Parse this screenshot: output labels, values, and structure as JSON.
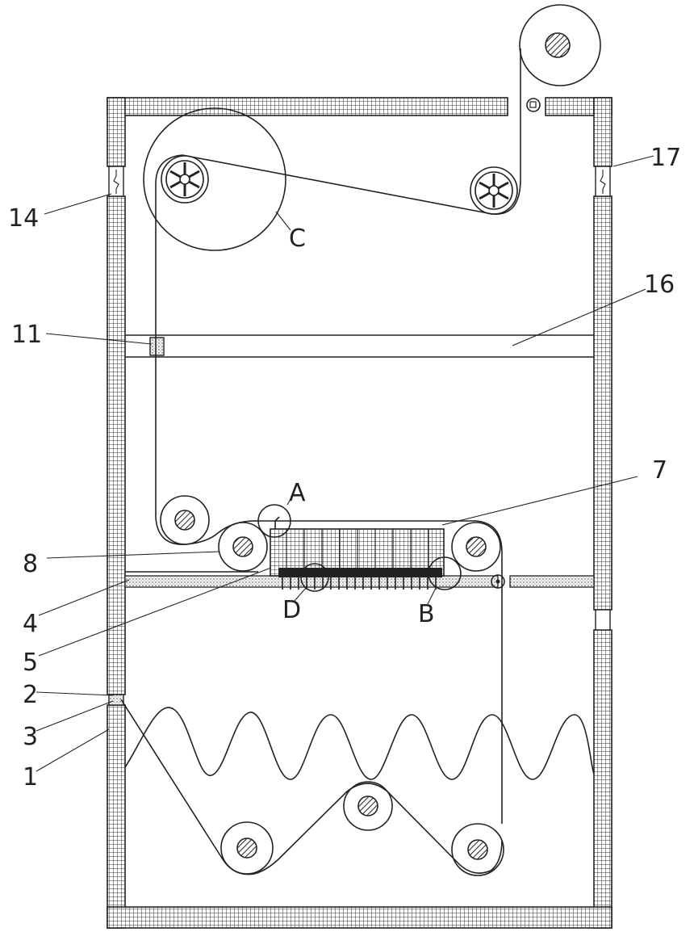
{
  "labels": {
    "l1": "1",
    "l2": "2",
    "l3": "3",
    "l4": "4",
    "l5": "5",
    "l7": "7",
    "l8": "8",
    "l11": "11",
    "l14": "14",
    "l16": "16",
    "l17": "17",
    "lA": "A",
    "lB": "B",
    "lC": "C",
    "lD": "D"
  }
}
